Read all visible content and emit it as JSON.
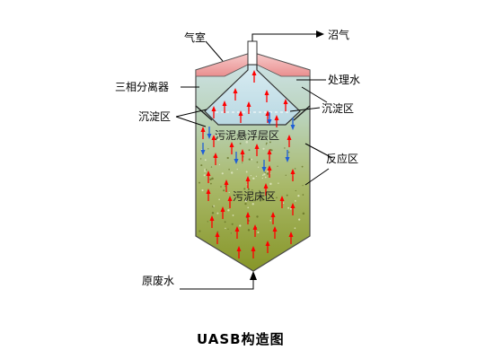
{
  "labels": {
    "biogas": "沼气",
    "gas_chamber": "气室",
    "three_phase_separator": "三相分离器",
    "treated_water": "处理水",
    "settling_zone_left": "沉淀区",
    "settling_zone_right": "沉淀区",
    "sludge_blanket_zone": "污泥悬浮层区",
    "reaction_zone": "反应区",
    "sludge_bed_zone": "污泥床区",
    "raw_wastewater": "原废水"
  },
  "caption": "UASB构造图",
  "colors": {
    "upflow_arrow": "#ff0000",
    "settling_arrow": "#1f5fd6",
    "gas_chamber": "#f0a0a0",
    "liquid_top": "#cde3ea",
    "liquid_bottom": "#8b9a2a"
  }
}
